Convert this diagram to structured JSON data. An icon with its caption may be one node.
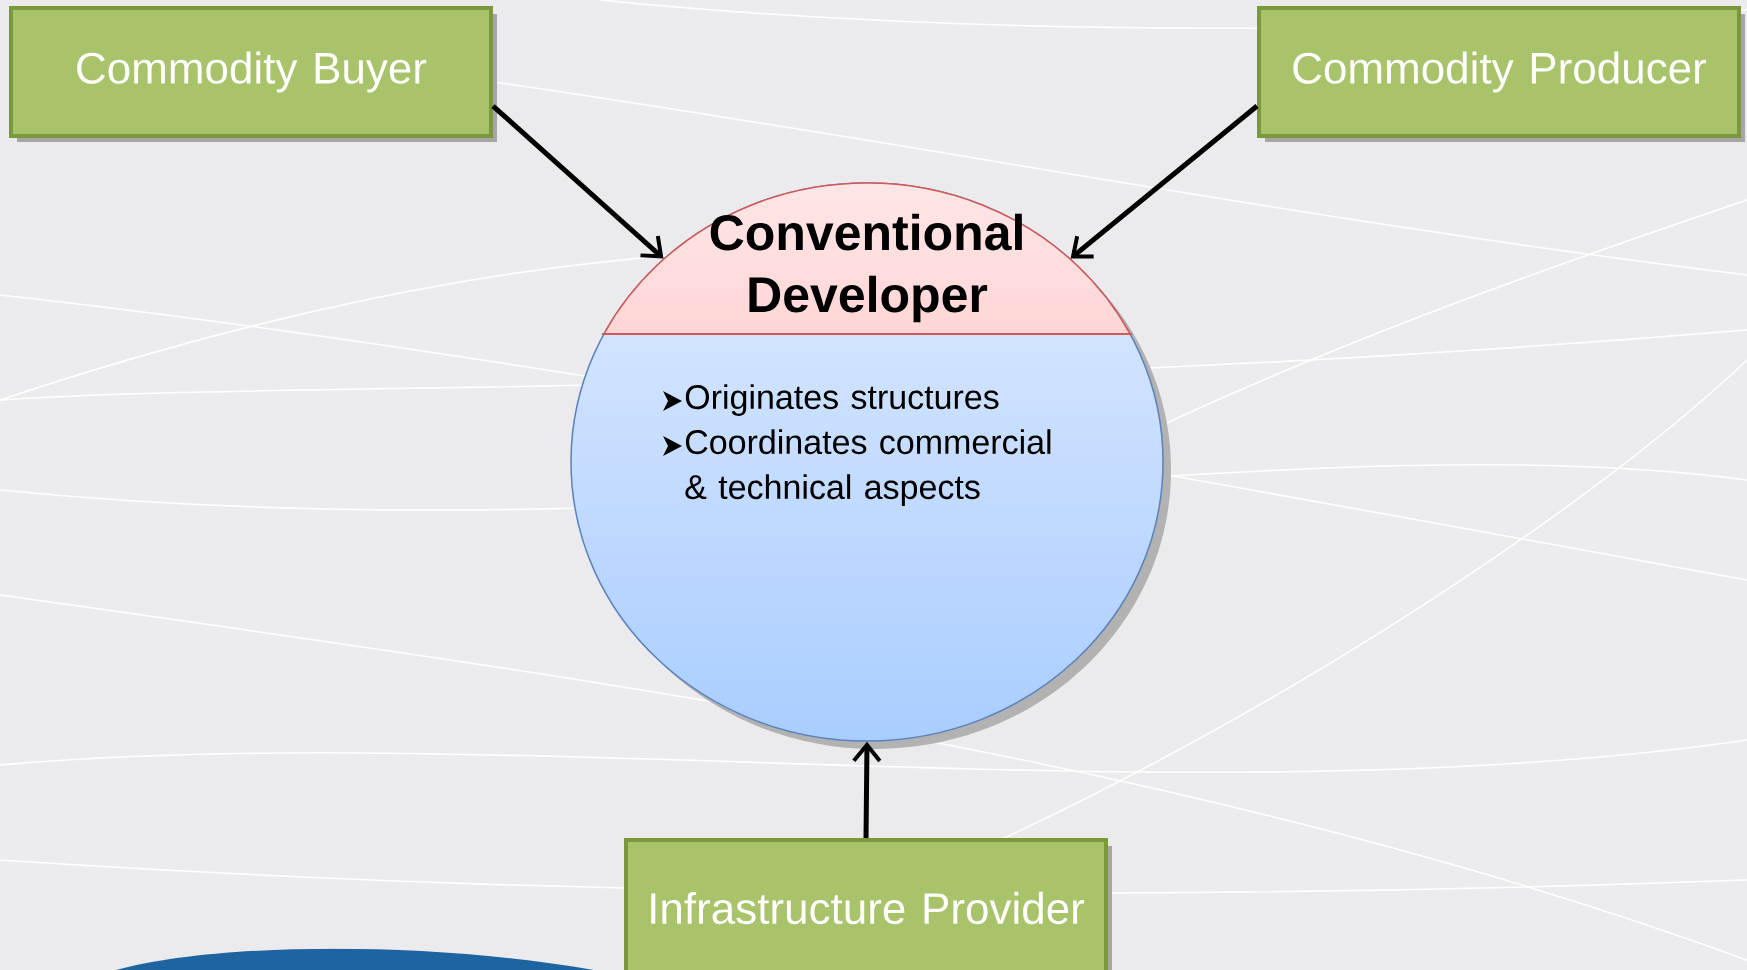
{
  "diagram": {
    "nodes": [
      {
        "text": [
          "Commodity Buyer"
        ]
      },
      {
        "text": [
          "Commodity Producer"
        ]
      },
      {
        "text": [
          "Conventional Developer",
          "Originates structures",
          "Coordinates commercial & technical aspects"
        ]
      },
      {
        "text": [
          "Infrastructure Provider"
        ]
      }
    ],
    "edges": [
      {
        "from": 0,
        "to": 2,
        "arrow": "to"
      },
      {
        "from": 1,
        "to": 2,
        "arrow": "to"
      },
      {
        "from": 3,
        "to": 2,
        "arrow": "to"
      }
    ]
  }
}
